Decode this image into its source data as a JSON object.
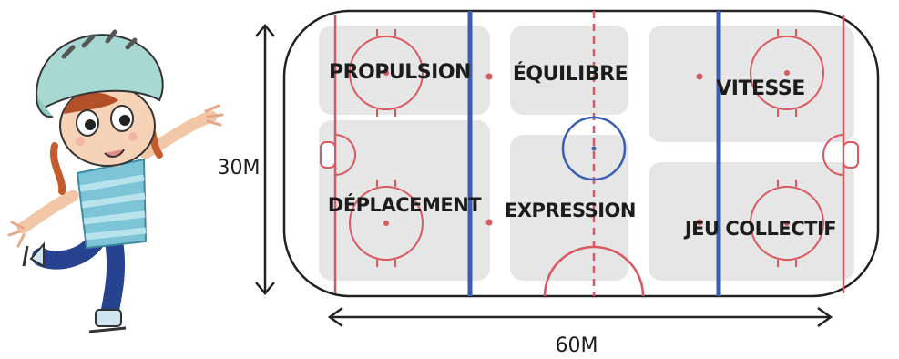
{
  "rink": {
    "zones": [
      {
        "id": "propulsion",
        "label": "PROPULSION"
      },
      {
        "id": "equilibre",
        "label": "ÉQUILIBRE"
      },
      {
        "id": "vitesse",
        "label": "VITESSE"
      },
      {
        "id": "deplacement",
        "label": "DÉPLACEMENT"
      },
      {
        "id": "expression",
        "label": "EXPRESSION"
      },
      {
        "id": "jeu-collectif",
        "label": "JEU COLLECTIF"
      }
    ]
  },
  "dimensions": {
    "height_label": "30M",
    "width_label": "60M"
  },
  "colors": {
    "blue_line": "#3b5fb0",
    "red_line": "#d9595f",
    "zone_fill": "#e6e6e6",
    "helmet": "#a8d8d3",
    "shirt": "#7cc4d6",
    "pants": "#27438f"
  }
}
